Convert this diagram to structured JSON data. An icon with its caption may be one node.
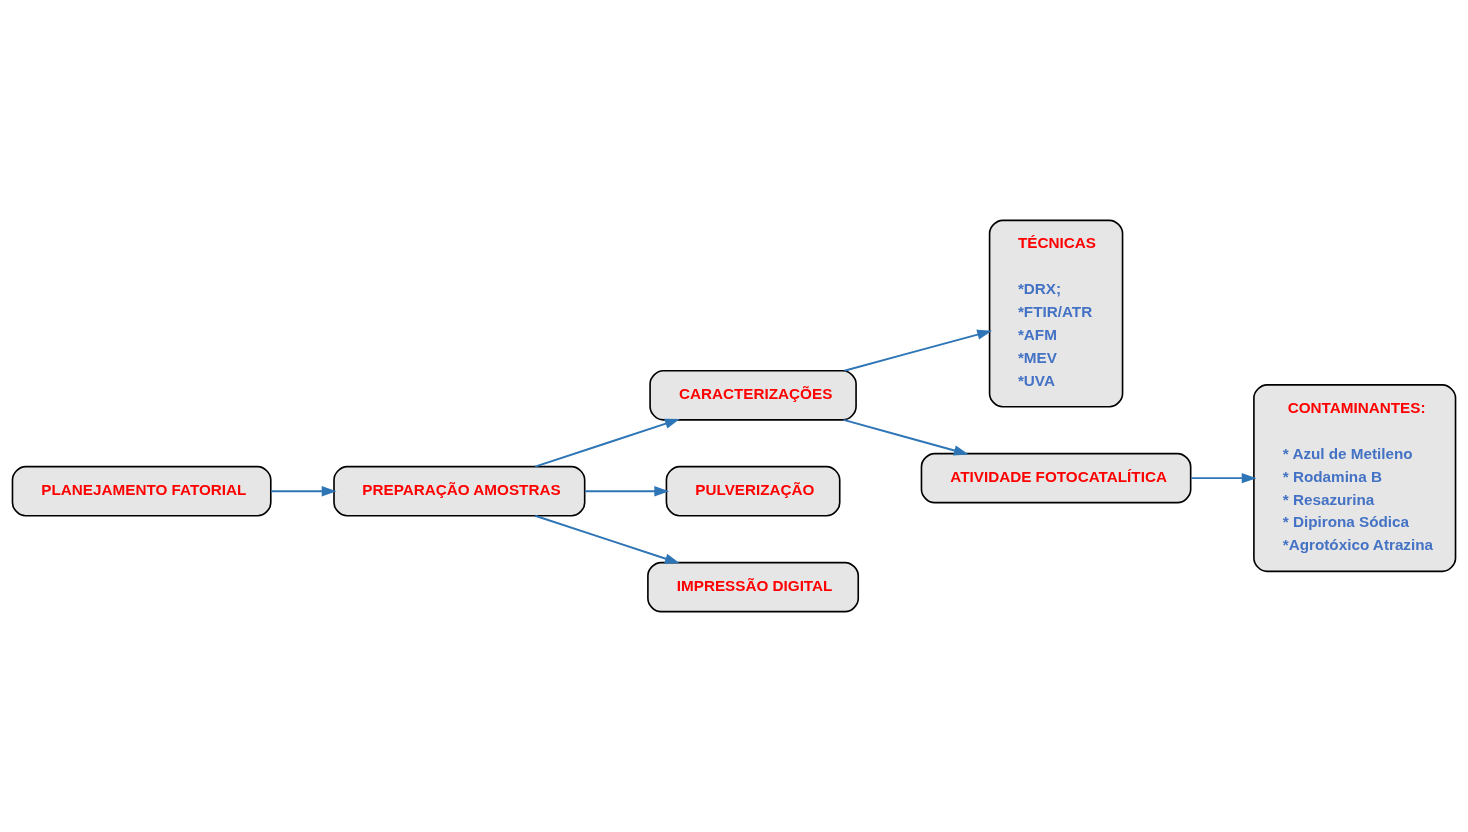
{
  "diagram": {
    "nodes": [
      {
        "text": [
          "PLANEJAMENTO FATORIAL"
        ]
      },
      {
        "text": [
          "PREPARAÇÃO AMOSTRAS"
        ]
      },
      {
        "text": [
          "CARACTERIZAÇÕES"
        ]
      },
      {
        "text": [
          "TÉCNICAS",
          "*DRX;",
          "*FTIR/ATR",
          "*AFM",
          "*MEV",
          "*UVA"
        ]
      },
      {
        "text": [
          "PULVERIZAÇÃO"
        ]
      },
      {
        "text": [
          "IMPRESSÃO DIGITAL"
        ]
      },
      {
        "text": [
          "ATIVIDADE FOTOCATALÍTICA"
        ]
      },
      {
        "text": [
          "CONTAMINANTES:",
          "* Azul de Metileno",
          "* Rodamina B",
          "* Resazurina",
          "* Dipirona Sódica",
          "*Agrotóxico Atrazina"
        ]
      }
    ],
    "edges": [
      {
        "from": 0,
        "to": 1,
        "arrow": "to"
      },
      {
        "from": 1,
        "to": 2,
        "arrow": "to"
      },
      {
        "from": 2,
        "to": 3,
        "arrow": "to"
      },
      {
        "from": 1,
        "to": 4,
        "arrow": "to"
      },
      {
        "from": 1,
        "to": 5,
        "arrow": "to"
      },
      {
        "from": 2,
        "to": 6,
        "arrow": "to"
      },
      {
        "from": 6,
        "to": 7,
        "arrow": "to"
      }
    ]
  }
}
